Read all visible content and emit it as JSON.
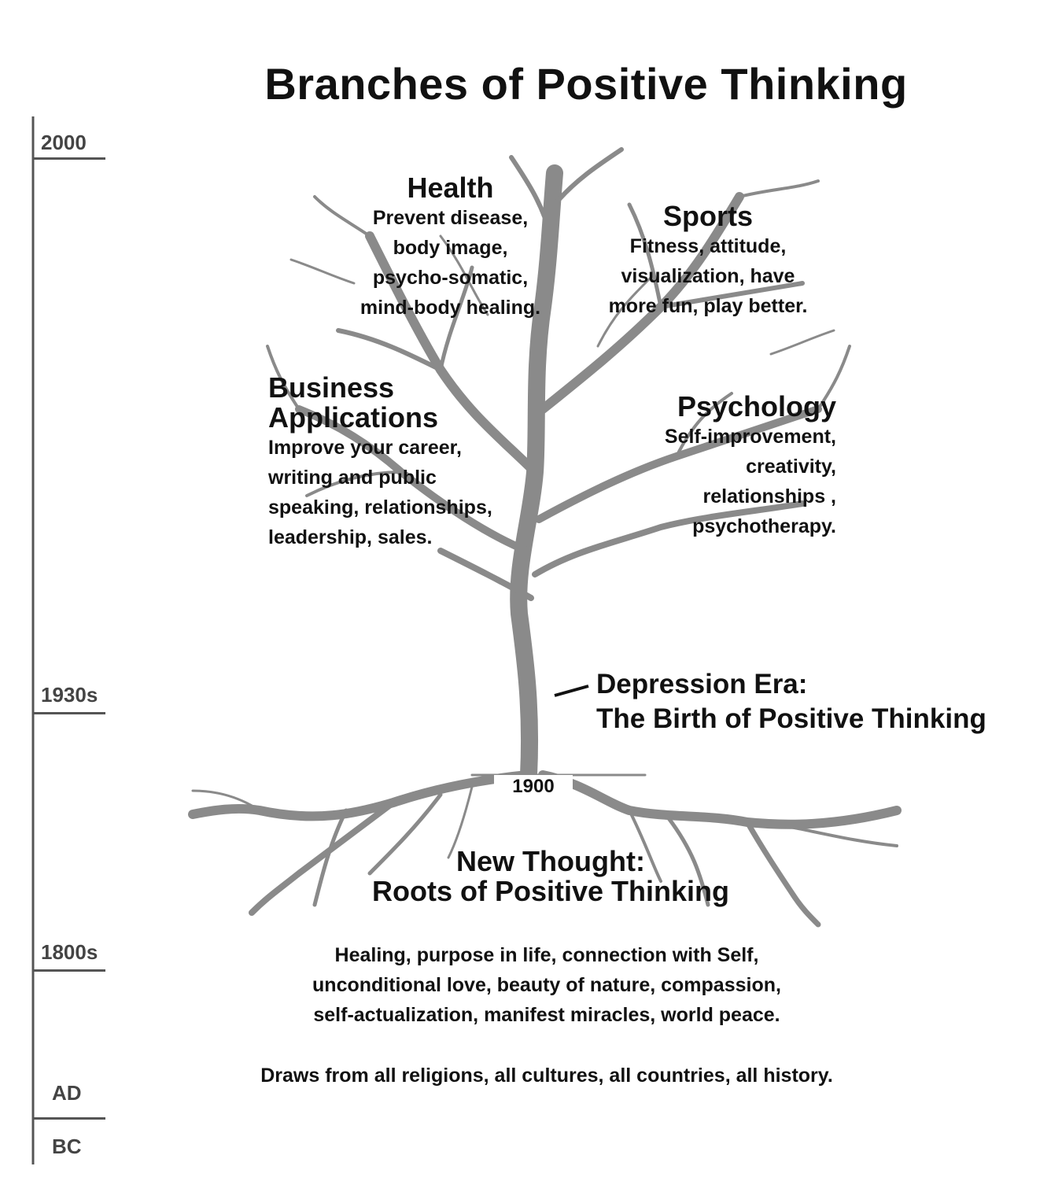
{
  "title": "Branches of Positive Thinking",
  "timeline": {
    "labels": [
      "2000",
      "1930s",
      "1800s",
      "AD",
      "BC"
    ]
  },
  "branches": {
    "health": {
      "heading": "Health",
      "lines": [
        "Prevent disease,",
        "body image,",
        "psycho-somatic,",
        "mind-body healing."
      ]
    },
    "sports": {
      "heading": "Sports",
      "lines": [
        "Fitness, attitude,",
        "visualization, have",
        "more fun, play better."
      ]
    },
    "business": {
      "heading_lines": [
        "Business",
        "Applications"
      ],
      "lines": [
        "Improve your career,",
        "writing and public",
        "speaking, relationships,",
        "leadership, sales."
      ]
    },
    "psychology": {
      "heading": "Psychology",
      "lines": [
        "Self-improvement,",
        "creativity,",
        "relationships ,",
        "psychotherapy."
      ]
    }
  },
  "depression": {
    "lines": [
      "Depression Era:",
      "The Birth of Positive Thinking"
    ]
  },
  "root_year": "1900",
  "roots": {
    "heading_lines": [
      "New Thought:",
      "Roots of Positive Thinking"
    ],
    "lines": [
      "Healing, purpose in life, connection with Self,",
      "unconditional love, beauty of nature, compassion,",
      "self-actualization, manifest miracles, world peace."
    ],
    "footer": "Draws from all religions, all cultures, all countries, all history."
  }
}
